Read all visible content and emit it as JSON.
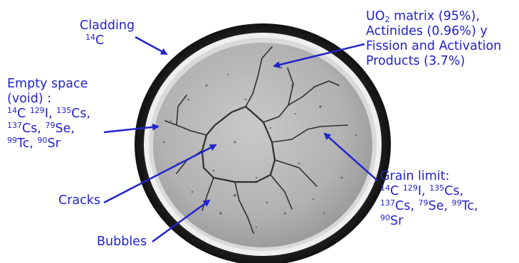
{
  "labels": {
    "cladding": {
      "line1": "Cladding",
      "sup": "14",
      "el": "C"
    },
    "matrix": {
      "uo": "UO",
      "sub": "2",
      "rest": " matrix (95%),",
      "line2": "Actinides (0.96%) y",
      "line3": "Fission and Activation",
      "line4": "Products (3.7%)"
    },
    "empty_space": {
      "line1": "Empty space",
      "line2": "(void) :",
      "isotopes": [
        [
          {
            "sup": "14",
            "el": "C"
          },
          {
            "sup": "129",
            "el": "I,"
          },
          {
            "sup": "135",
            "el": "Cs,"
          }
        ],
        [
          {
            "sup": "137",
            "el": "Cs,"
          },
          {
            "sup": "79",
            "el": "Se,"
          }
        ],
        [
          {
            "sup": "99",
            "el": "Tc,"
          },
          {
            "sup": "90",
            "el": "Sr"
          }
        ]
      ]
    },
    "cracks": "Cracks",
    "bubbles": "Bubbles",
    "grain_limit": {
      "line1": "Grain limit:",
      "isotopes": [
        [
          {
            "sup": "14",
            "el": "C"
          },
          {
            "sup": "129",
            "el": "I,"
          },
          {
            "sup": "135",
            "el": "Cs,"
          }
        ],
        [
          {
            "sup": "137",
            "el": "Cs,"
          },
          {
            "sup": "79",
            "el": "Se,"
          },
          {
            "sup": "99",
            "el": "Tc,"
          }
        ],
        [
          {
            "sup": "90",
            "el": "Sr"
          }
        ]
      ]
    }
  },
  "colors": {
    "label": "#2222cc",
    "arrow": "#2222cc",
    "cladding_ring": "#1a1a1a",
    "void_ring": "#eeeeee",
    "pellet": "#b4b4b4"
  },
  "icons": {
    "arrow_head": "arrow-head-icon"
  }
}
